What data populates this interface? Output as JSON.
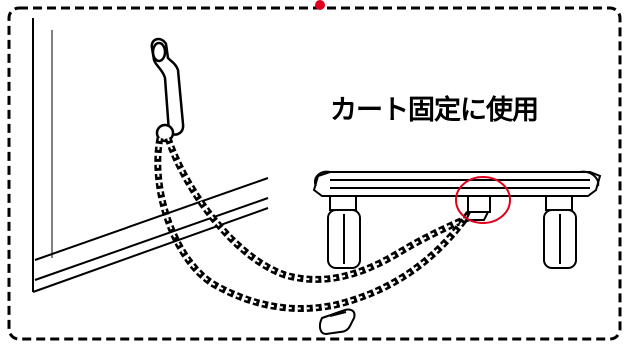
{
  "caption": "カート固定に使用",
  "colors": {
    "frame_border": "#000000",
    "marker": "#e0001b",
    "highlight_circle": "#e0001b",
    "line_art": "#000000",
    "background": "#ffffff"
  },
  "icons": [
    "wall-grab-bar",
    "cart-base",
    "securing-belt",
    "belt-buckle",
    "caster-wheel"
  ]
}
